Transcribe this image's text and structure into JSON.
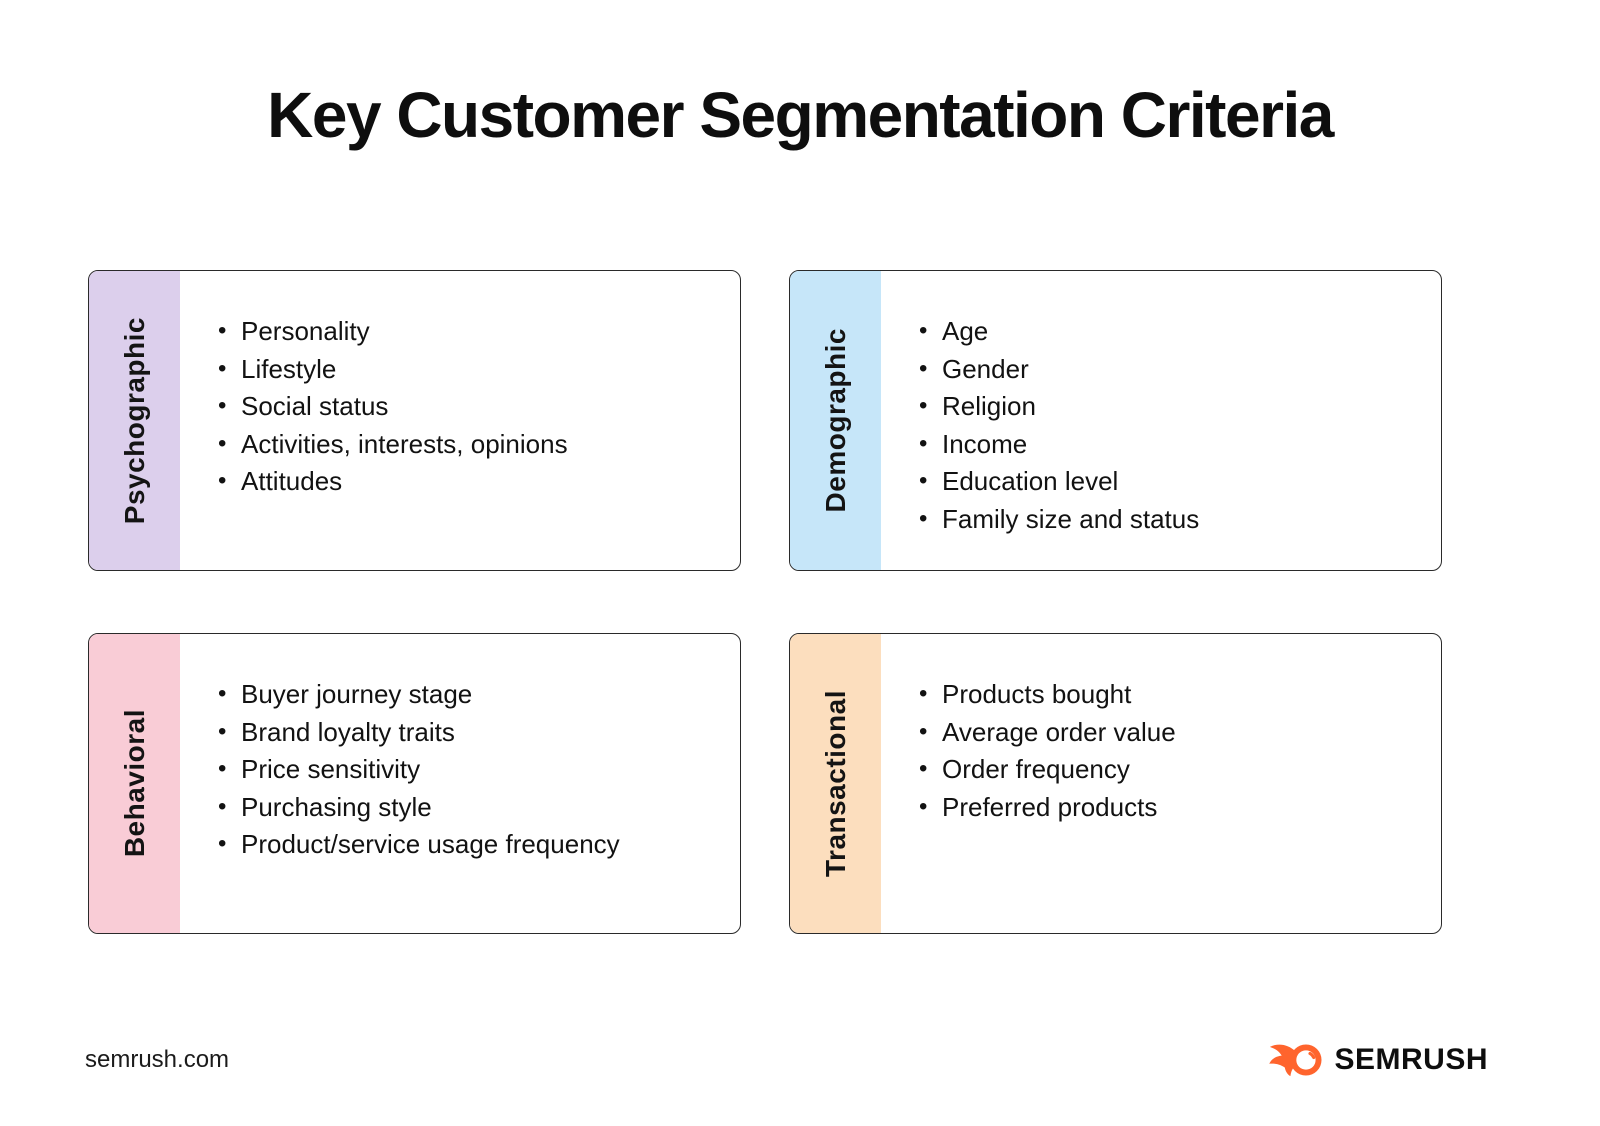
{
  "title": "Key Customer Segmentation Criteria",
  "cards": [
    {
      "id": "psychographic",
      "label": "Psychographic",
      "color": "#dccfec",
      "items": [
        "Personality",
        "Lifestyle",
        "Social status",
        "Activities, interests, opinions",
        "Attitudes"
      ]
    },
    {
      "id": "demographic",
      "label": "Demographic",
      "color": "#c6e6f9",
      "items": [
        "Age",
        "Gender",
        "Religion",
        "Income",
        "Education level",
        "Family size and status"
      ]
    },
    {
      "id": "behavioral",
      "label": "Behavioral",
      "color": "#f9ccd6",
      "items": [
        "Buyer journey stage",
        "Brand loyalty traits",
        "Price sensitivity",
        "Purchasing style",
        "Product/service usage frequency"
      ]
    },
    {
      "id": "transactional",
      "label": "Transactional",
      "color": "#fcdebe",
      "items": [
        "Products bought",
        "Average order value",
        "Order frequency",
        "Preferred products"
      ]
    }
  ],
  "footer": {
    "site": "semrush.com",
    "brand": "SEMRUSH",
    "brand_color": "#ff642d"
  }
}
